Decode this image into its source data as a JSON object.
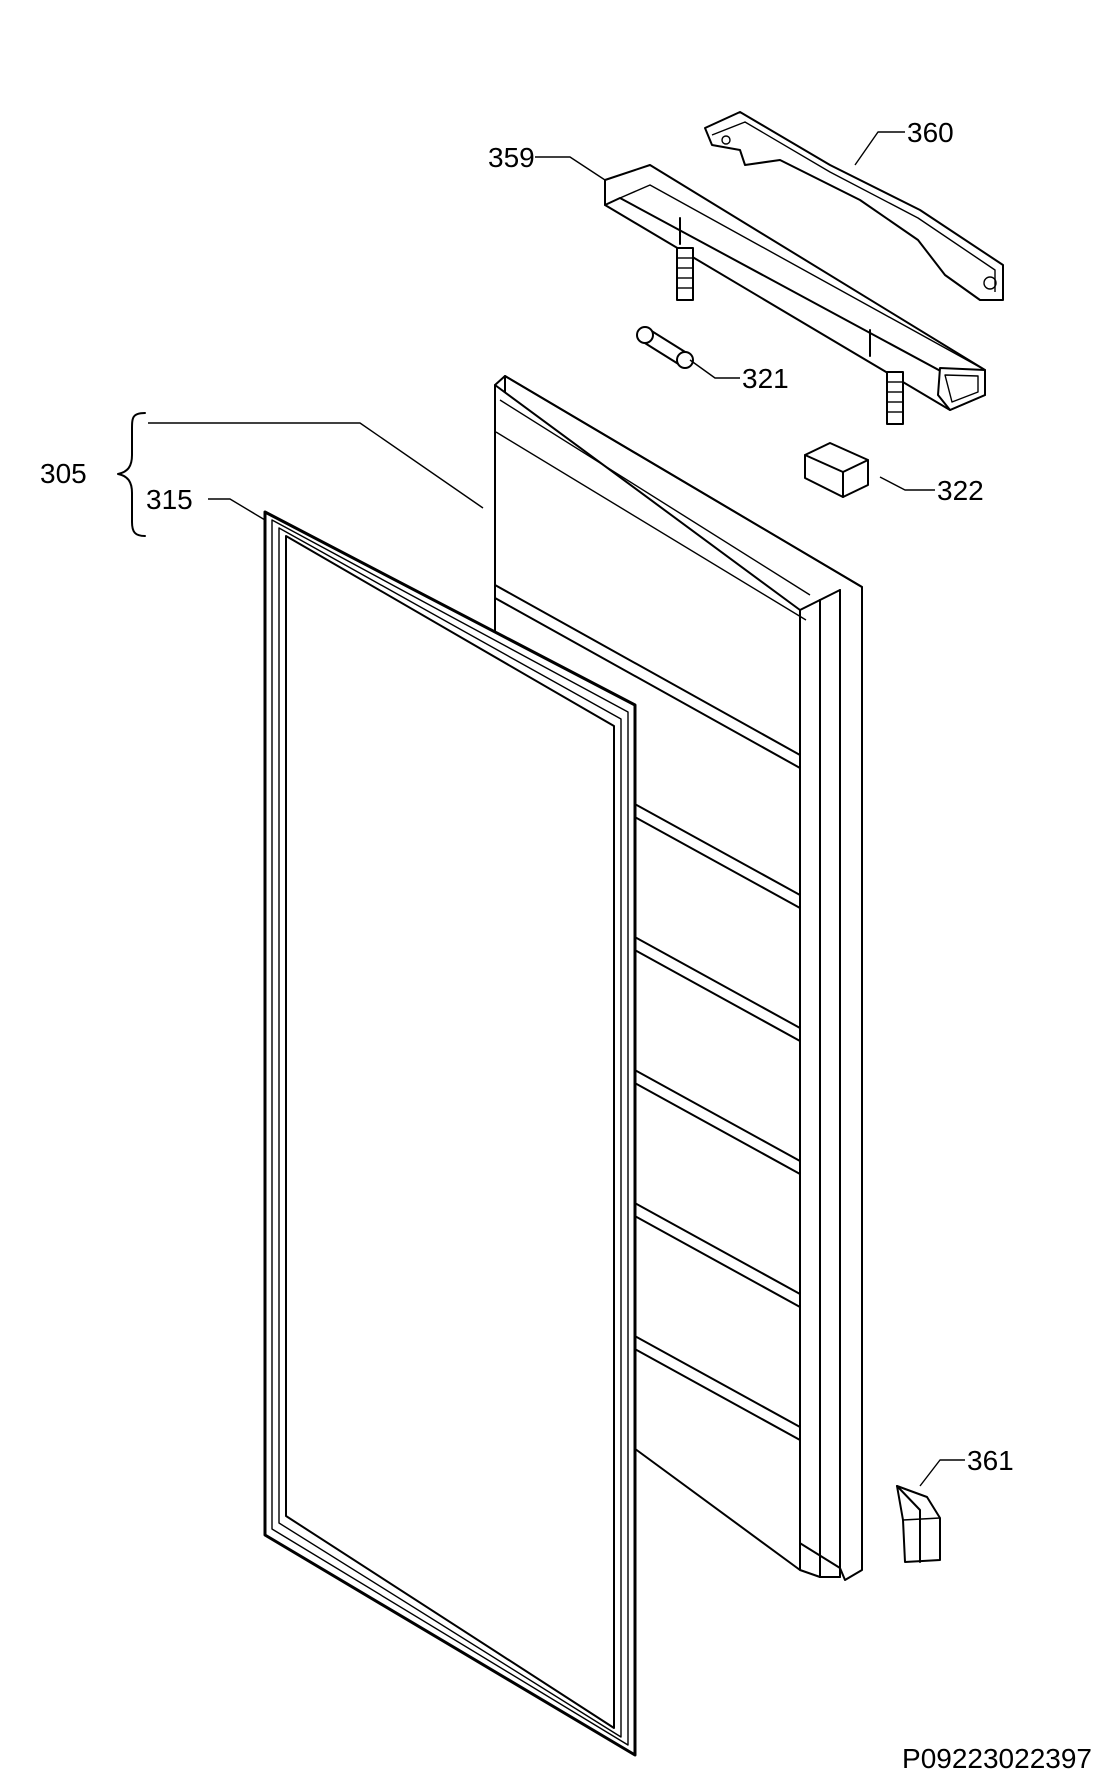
{
  "callouts": [
    {
      "id": "c359",
      "label": "359"
    },
    {
      "id": "c360",
      "label": "360"
    },
    {
      "id": "c321",
      "label": "321"
    },
    {
      "id": "c305",
      "label": "305"
    },
    {
      "id": "c315",
      "label": "315"
    },
    {
      "id": "c322",
      "label": "322"
    },
    {
      "id": "c361",
      "label": "361"
    }
  ],
  "drawing_code": "P09223022397",
  "colors": {
    "line": "#000000",
    "background": "#ffffff"
  }
}
